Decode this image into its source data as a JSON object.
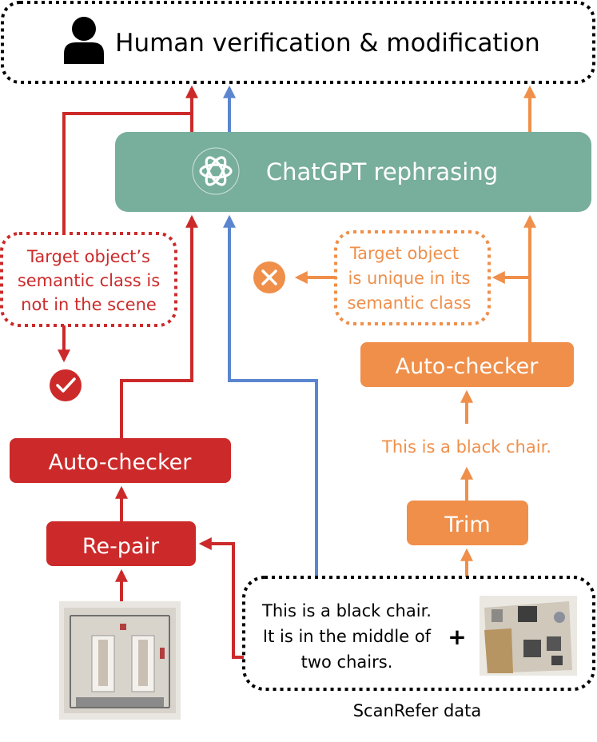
{
  "human_box": {
    "title": "Human verification & modification",
    "icon": "person-icon"
  },
  "chatgpt_box": {
    "title": "ChatGPT rephrasing",
    "icon": "openai-logo-icon"
  },
  "red_condition": {
    "lines": [
      "Target object’s",
      "semantic class is",
      "not in the scene"
    ]
  },
  "orange_condition": {
    "lines": [
      "Target object",
      "is unique in its",
      "semantic class"
    ]
  },
  "red_autochecker": {
    "label": "Auto-checker"
  },
  "red_repair": {
    "label": "Re-pair"
  },
  "orange_autochecker": {
    "label": "Auto-checker"
  },
  "orange_trim": {
    "label": "Trim"
  },
  "trimmed_text": "This is a black chair.",
  "scanrefer": {
    "lines": [
      "This is a black chair.",
      "It is in the middle of",
      "two chairs."
    ],
    "plus": "+",
    "caption": "ScanRefer data"
  },
  "status_icons": {
    "accept": "check-icon",
    "reject": "cross-icon"
  },
  "colors": {
    "red": "#cc2a2a",
    "blue": "#5b86cf",
    "orange": "#ef8f4a",
    "teal": "#78ae9c",
    "black": "#000000"
  }
}
